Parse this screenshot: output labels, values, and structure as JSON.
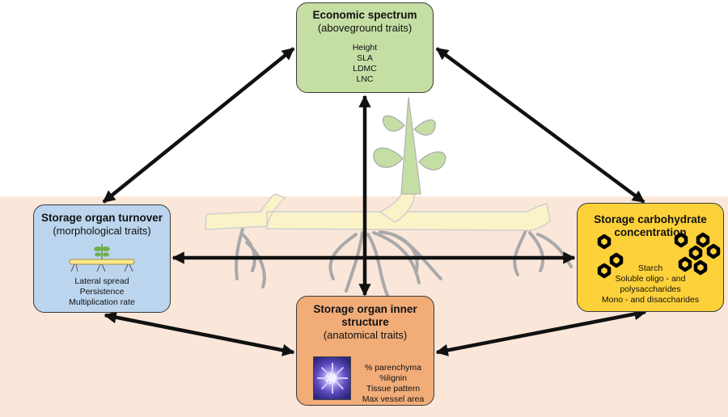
{
  "colors": {
    "soil": "#fbe7d9",
    "economic": "#c5dea4",
    "turnover": "#bcd5ee",
    "carbohydrate": "#fcd13a",
    "inner": "#f1ac78",
    "arrow": "#111111"
  },
  "economic": {
    "title": "Economic spectrum",
    "subtitle": "(aboveground traits)",
    "traits": [
      "Height",
      "SLA",
      "LDMC",
      "LNC"
    ]
  },
  "turnover": {
    "title": "Storage organ turnover",
    "subtitle": "(morphological traits)",
    "traits": [
      "Lateral spread",
      "Persistence",
      "Multiplication rate"
    ]
  },
  "carbohydrate": {
    "title_line1": "Storage carbohydrate",
    "title_line2": "concentration",
    "traits": [
      "Starch",
      "Soluble oligo - and",
      "polysaccharides",
      "Mono - and disaccharides"
    ]
  },
  "inner": {
    "title_line1": "Storage organ inner",
    "title_line2": "structure",
    "subtitle": "(anatomical traits)",
    "traits": [
      "% parenchyma",
      "%lignin",
      "Tissue pattern",
      "Max vessel area"
    ]
  }
}
